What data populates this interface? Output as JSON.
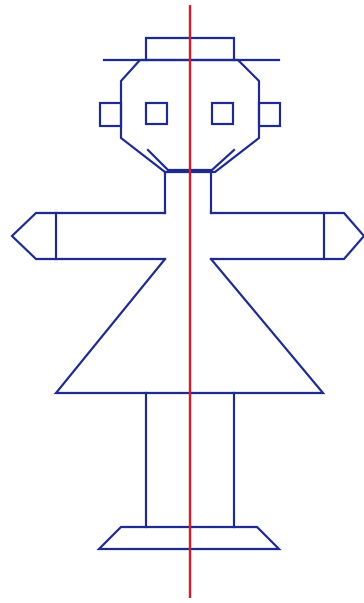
{
  "figure": {
    "outline_color": "#1f2a8f",
    "axis_color": "#d21e2a",
    "background": "#ffffff",
    "parts": [
      "hat-brim",
      "hat-crown",
      "head",
      "left-eye",
      "right-eye",
      "left-ear",
      "right-ear",
      "mouth",
      "neck",
      "left-arm",
      "right-arm",
      "dress",
      "legs",
      "feet",
      "symmetry-axis"
    ]
  }
}
